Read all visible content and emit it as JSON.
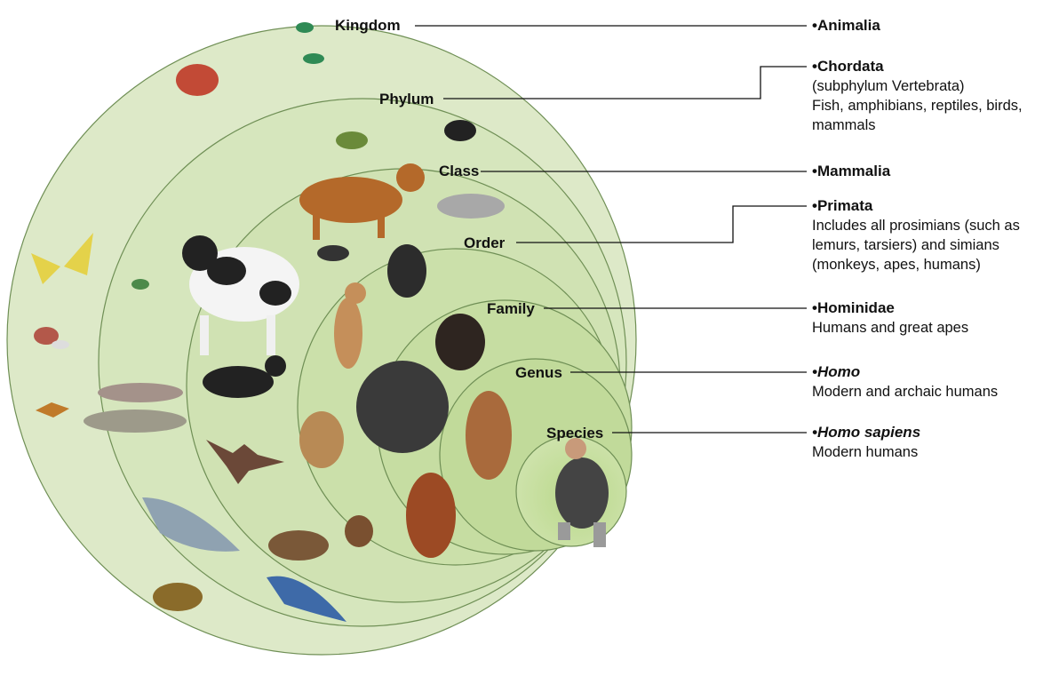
{
  "levels": [
    {
      "label": "Kingdom",
      "taxon": "•Animalia",
      "taxon_italic": false,
      "description": ""
    },
    {
      "label": "Phylum",
      "taxon": "•Chordata",
      "taxon_italic": false,
      "description": "(subphylum Vertebrata)\nFish, amphibians, reptiles, birds,\nmammals"
    },
    {
      "label": "Class",
      "taxon": "•Mammalia",
      "taxon_italic": false,
      "description": ""
    },
    {
      "label": "Order",
      "taxon": "•Primata",
      "taxon_italic": false,
      "description": "Includes all prosimians (such as\nlemurs, tarsiers) and simians\n(monkeys, apes, humans)"
    },
    {
      "label": "Family",
      "taxon": "•Hominidae",
      "taxon_italic": false,
      "description": "Humans and great apes"
    },
    {
      "label": "Genus",
      "taxon": "•Homo",
      "taxon_italic": true,
      "description": "Modern and archaic humans"
    },
    {
      "label": "Species",
      "taxon": "•Homo sapiens",
      "taxon_italic": true,
      "description": "Modern humans"
    }
  ],
  "colors": {
    "outer_fill": "#dbe9c4",
    "inner_fill": "#c6df9f",
    "ring_stroke": "#6f8f55",
    "text": "#111111"
  }
}
